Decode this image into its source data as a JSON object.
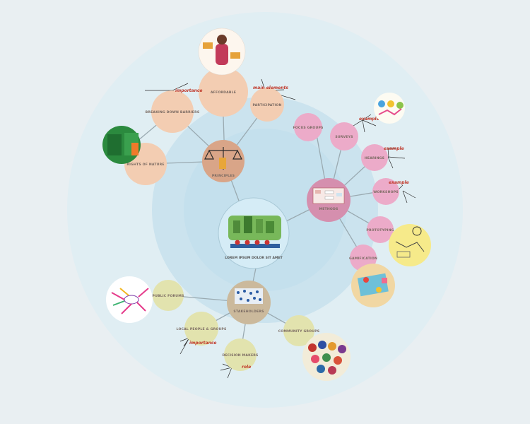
{
  "colors": {
    "outer_ring": "#e0eef3",
    "mid_ring": "#cbe3ee",
    "inner_ring": "#b4d9ea",
    "center_disk": "#d5ecf6",
    "peach": "#f3cdb2",
    "peach_dark": "#d9a588",
    "pink": "#ecabc9",
    "pink_dark": "#d58fae",
    "olive": "#e2e3ae",
    "olive_dark": "#cbb99c",
    "relation": "#c0392b",
    "connector": "#9db0b8"
  },
  "center": {
    "label": "LOREM IPSUM DOLOR SIT AMET",
    "image_icon": "community-city-icon"
  },
  "hubs": [
    {
      "key": "principles",
      "label": "PRINCIPLES",
      "color": "peach",
      "image_icon": "justice-scale-icon"
    },
    {
      "key": "methods",
      "label": "METHODS",
      "color": "pink",
      "image_icon": "flowchart-board-icon"
    },
    {
      "key": "stakeholders",
      "label": "STAKEHOLDERS",
      "color": "olive",
      "image_icon": "people-network-icon"
    }
  ],
  "nodes": {
    "peach_top": "AFFORDABLE",
    "peach_left": "BREAKING DOWN BARRIERS",
    "peach_right": "PARTICIPATION",
    "peach_far": "RIGHTS OF NATURE",
    "pink_1": "FOCUS GROUPS",
    "pink_2": "SURVEYS",
    "pink_3": "HEARINGS",
    "pink_4": "WORKSHOPS",
    "pink_5": "PROTOTYPING",
    "pink_6": "GAMIFICATION",
    "olive_1": "PUBLIC FORUMS",
    "olive_2": "LOCAL PEOPLE & GROUPS",
    "olive_3": "DECISION MAKERS",
    "olive_4": "COMMUNITY GROUPS"
  },
  "relations": {
    "importance_top": "importance",
    "main_elements": "main elements",
    "example_1": "example",
    "example_2": "example",
    "example_3": "example",
    "importance_bottom": "importance",
    "role": "role"
  },
  "photos": {
    "woman_speaking": "speaker-icon",
    "rights_of_nature_card": "nature-rights-icon",
    "pie_chart_cards": "infographic-icon",
    "prototype_sketch": "prototype-icon",
    "board_game": "board-game-icon",
    "mind_map": "mind-map-icon",
    "crowd": "crowd-icon"
  }
}
